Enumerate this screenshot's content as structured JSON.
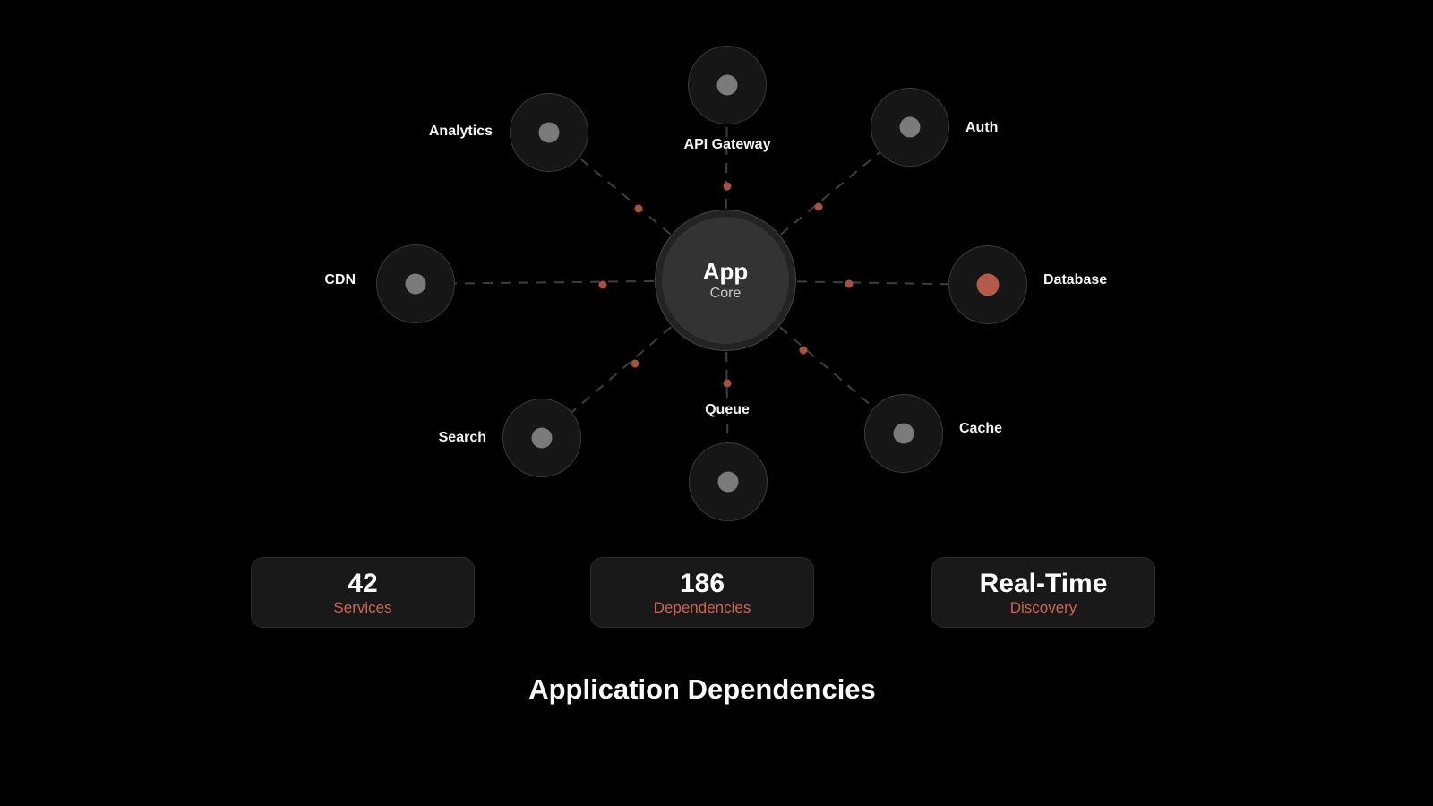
{
  "title": "Application Dependencies",
  "diagram": {
    "hub": {
      "title": "App",
      "subtitle": "Core"
    },
    "nodes": [
      {
        "id": "api-gateway",
        "label": "API Gateway"
      },
      {
        "id": "auth",
        "label": "Auth"
      },
      {
        "id": "database",
        "label": "Database"
      },
      {
        "id": "cache",
        "label": "Cache"
      },
      {
        "id": "queue",
        "label": "Queue"
      },
      {
        "id": "search",
        "label": "Search"
      },
      {
        "id": "cdn",
        "label": "CDN"
      },
      {
        "id": "analytics",
        "label": "Analytics"
      }
    ],
    "colors": {
      "background": "#000000",
      "hub_fill": "#333333",
      "node_fill": "#161616",
      "node_inner_dot": "#7b7b7b",
      "database_inner_dot": "#b55a48",
      "link_line": "#3f3f3f",
      "traffic_dot": "#a6523e",
      "accent_text": "#d0644e"
    }
  },
  "stats": [
    {
      "value": "42",
      "label": "Services"
    },
    {
      "value": "186",
      "label": "Dependencies"
    },
    {
      "value": "Real-Time",
      "label": "Discovery"
    }
  ]
}
